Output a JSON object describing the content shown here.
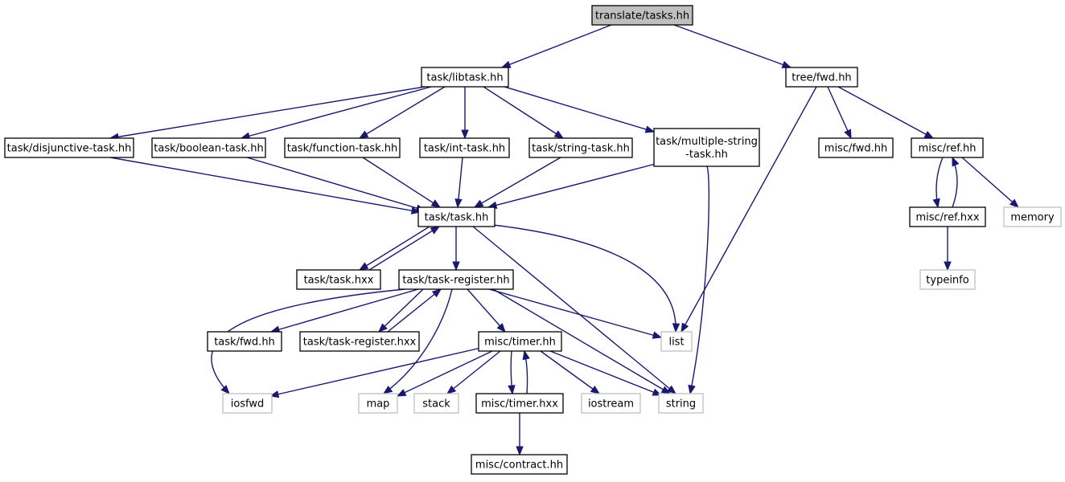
{
  "colors": {
    "edge": "#191970",
    "node_border": "#000000",
    "system_node_border": "#bfbfbf",
    "root_fill": "#bfbfbf",
    "background": "#ffffff"
  },
  "nodes": [
    {
      "id": "root",
      "label": "translate/tasks.hh",
      "kind": "root"
    },
    {
      "id": "libtask",
      "label": "task/libtask.hh",
      "kind": "file"
    },
    {
      "id": "treefwd",
      "label": "tree/fwd.hh",
      "kind": "file"
    },
    {
      "id": "disj",
      "label": "task/disjunctive-task.hh",
      "kind": "file"
    },
    {
      "id": "bool",
      "label": "task/boolean-task.hh",
      "kind": "file"
    },
    {
      "id": "func",
      "label": "task/function-task.hh",
      "kind": "file"
    },
    {
      "id": "int",
      "label": "task/int-task.hh",
      "kind": "file"
    },
    {
      "id": "str",
      "label": "task/string-task.hh",
      "kind": "file"
    },
    {
      "id": "multi",
      "label": "task/multiple-string\n-task.hh",
      "kind": "file"
    },
    {
      "id": "miscfwd",
      "label": "misc/fwd.hh",
      "kind": "file"
    },
    {
      "id": "miscref",
      "label": "misc/ref.hh",
      "kind": "file"
    },
    {
      "id": "task",
      "label": "task/task.hh",
      "kind": "file"
    },
    {
      "id": "refhxx",
      "label": "misc/ref.hxx",
      "kind": "file"
    },
    {
      "id": "memory",
      "label": "memory",
      "kind": "system"
    },
    {
      "id": "taskhxx",
      "label": "task/task.hxx",
      "kind": "file"
    },
    {
      "id": "treg",
      "label": "task/task-register.hh",
      "kind": "file"
    },
    {
      "id": "typeinfo",
      "label": "typeinfo",
      "kind": "system"
    },
    {
      "id": "taskfwd",
      "label": "task/fwd.hh",
      "kind": "file"
    },
    {
      "id": "treghxx",
      "label": "task/task-register.hxx",
      "kind": "file"
    },
    {
      "id": "list",
      "label": "list",
      "kind": "system"
    },
    {
      "id": "timer",
      "label": "misc/timer.hh",
      "kind": "file"
    },
    {
      "id": "iosfwd",
      "label": "iosfwd",
      "kind": "system"
    },
    {
      "id": "map",
      "label": "map",
      "kind": "system"
    },
    {
      "id": "stack",
      "label": "stack",
      "kind": "system"
    },
    {
      "id": "timerhxx",
      "label": "misc/timer.hxx",
      "kind": "file"
    },
    {
      "id": "iostream",
      "label": "iostream",
      "kind": "system"
    },
    {
      "id": "string",
      "label": "string",
      "kind": "system"
    },
    {
      "id": "contract",
      "label": "misc/contract.hh",
      "kind": "file"
    }
  ],
  "edges": [
    [
      "root",
      "libtask"
    ],
    [
      "root",
      "treefwd"
    ],
    [
      "libtask",
      "disj"
    ],
    [
      "libtask",
      "bool"
    ],
    [
      "libtask",
      "func"
    ],
    [
      "libtask",
      "int"
    ],
    [
      "libtask",
      "str"
    ],
    [
      "libtask",
      "multi"
    ],
    [
      "treefwd",
      "list"
    ],
    [
      "treefwd",
      "miscfwd"
    ],
    [
      "treefwd",
      "miscref"
    ],
    [
      "disj",
      "task"
    ],
    [
      "bool",
      "task"
    ],
    [
      "func",
      "task"
    ],
    [
      "int",
      "task"
    ],
    [
      "str",
      "task"
    ],
    [
      "multi",
      "task"
    ],
    [
      "multi",
      "string"
    ],
    [
      "miscref",
      "refhxx"
    ],
    [
      "miscref",
      "memory"
    ],
    [
      "refhxx",
      "miscref"
    ],
    [
      "refhxx",
      "typeinfo"
    ],
    [
      "task",
      "taskhxx"
    ],
    [
      "task",
      "treg"
    ],
    [
      "task",
      "list"
    ],
    [
      "task",
      "string"
    ],
    [
      "taskhxx",
      "task"
    ],
    [
      "treg",
      "iosfwd"
    ],
    [
      "treg",
      "taskfwd"
    ],
    [
      "treg",
      "treghxx"
    ],
    [
      "treg",
      "map"
    ],
    [
      "treg",
      "timer"
    ],
    [
      "treg",
      "list"
    ],
    [
      "treg",
      "string"
    ],
    [
      "treghxx",
      "treg"
    ],
    [
      "timer",
      "iosfwd"
    ],
    [
      "timer",
      "map"
    ],
    [
      "timer",
      "stack"
    ],
    [
      "timer",
      "timerhxx"
    ],
    [
      "timer",
      "iostream"
    ],
    [
      "timer",
      "string"
    ],
    [
      "timerhxx",
      "timer"
    ],
    [
      "timerhxx",
      "contract"
    ]
  ]
}
